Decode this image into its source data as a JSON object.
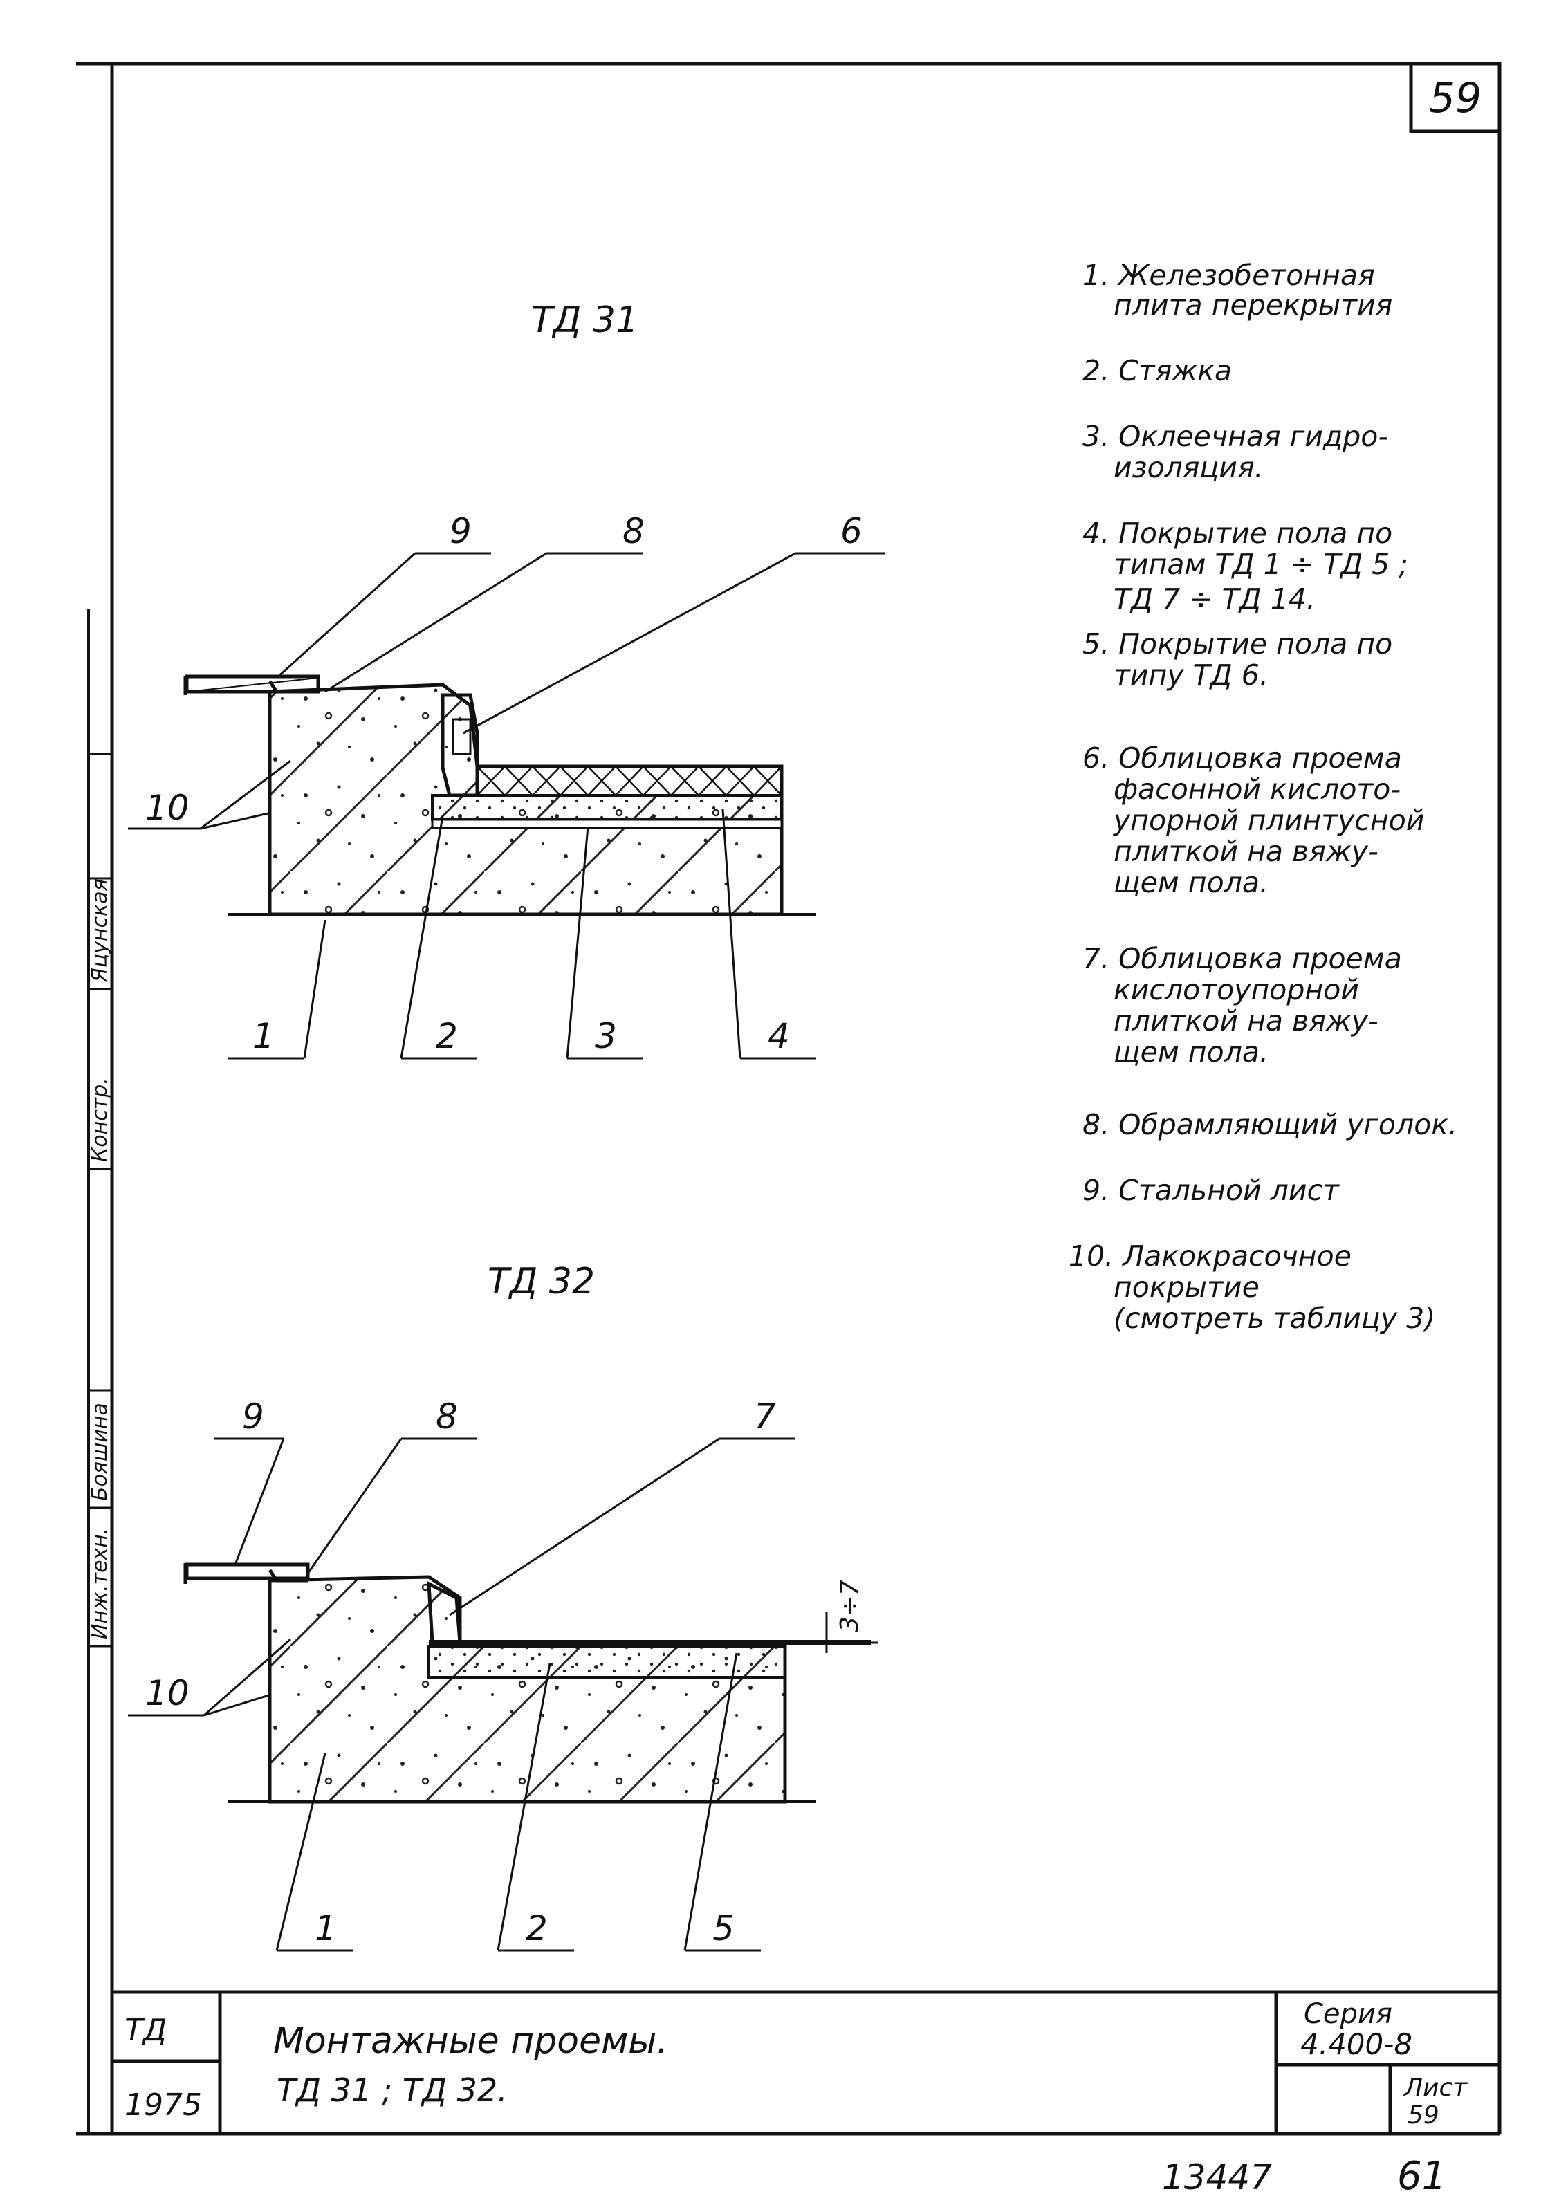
{
  "sheet": {
    "page_number": "59",
    "archive_number": "13447",
    "page_count_mark": "61"
  },
  "sidebar_stamp": {
    "cells": [
      "Инж.техн.",
      "Бояшина",
      "Констр.",
      "Яцунская"
    ]
  },
  "ta31": {
    "title": "ТД 31",
    "callouts": [
      "9",
      "8",
      "6",
      "10",
      "1",
      "2",
      "3",
      "4"
    ]
  },
  "ta32": {
    "title": "ТД 32",
    "callouts": [
      "9",
      "8",
      "7",
      "10",
      "1",
      "2",
      "5"
    ],
    "dimension": "3÷7"
  },
  "legend": {
    "items": [
      [
        "1. Железобетонная",
        "плита перекрытия"
      ],
      [
        "2. Стяжка"
      ],
      [
        "3. Оклеечная гидро-",
        "изоляция."
      ],
      [
        "4. Покрытие пола по",
        "типам ТД 1 ÷ ТД 5 ;",
        "ТД 7 ÷ ТД 14."
      ],
      [
        "5. Покрытие пола по",
        "типу ТД 6."
      ],
      [
        "6. Облицовка проема",
        "фасонной кислото-",
        "упорной плинтусной",
        "плиткой на вяжу-",
        "щем пола."
      ],
      [
        "7. Облицовка проема",
        "кислотоупорной",
        "плиткой на вяжу-",
        "щем пола."
      ],
      [
        "8. Обрамляющий уголок."
      ],
      [
        "9. Стальной лист"
      ],
      [
        "10. Лакокрасочное",
        "покрытие",
        "(смотреть таблицу 3)"
      ]
    ]
  },
  "title_block": {
    "code": "ТД",
    "year": "1975",
    "title_line1": "Монтажные проемы.",
    "title_line2": "ТД 31 ; ТД 32.",
    "series_label": "Серия",
    "series_value": "4.400-8",
    "sheet_label": "Лист",
    "sheet_value": "59"
  }
}
